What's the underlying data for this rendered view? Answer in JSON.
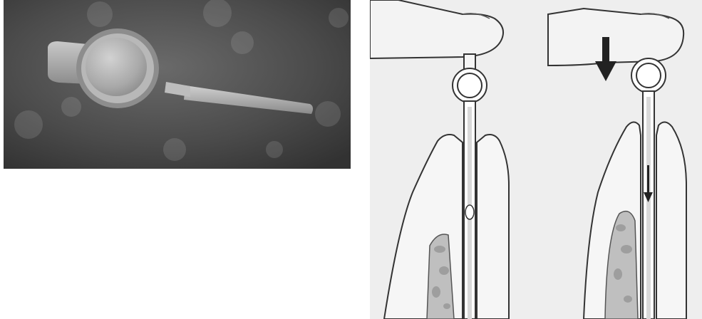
{
  "figure": {
    "photo": {
      "subject": "probe-device-photo",
      "background_color": "#4a4a4a"
    },
    "illustration": {
      "background_color": "#eeeeee",
      "panels": [
        {
          "state": "rest",
          "arrows": []
        },
        {
          "state": "pressed",
          "arrows": [
            "large-down-arrow",
            "small-down-arrow"
          ]
        }
      ]
    }
  }
}
